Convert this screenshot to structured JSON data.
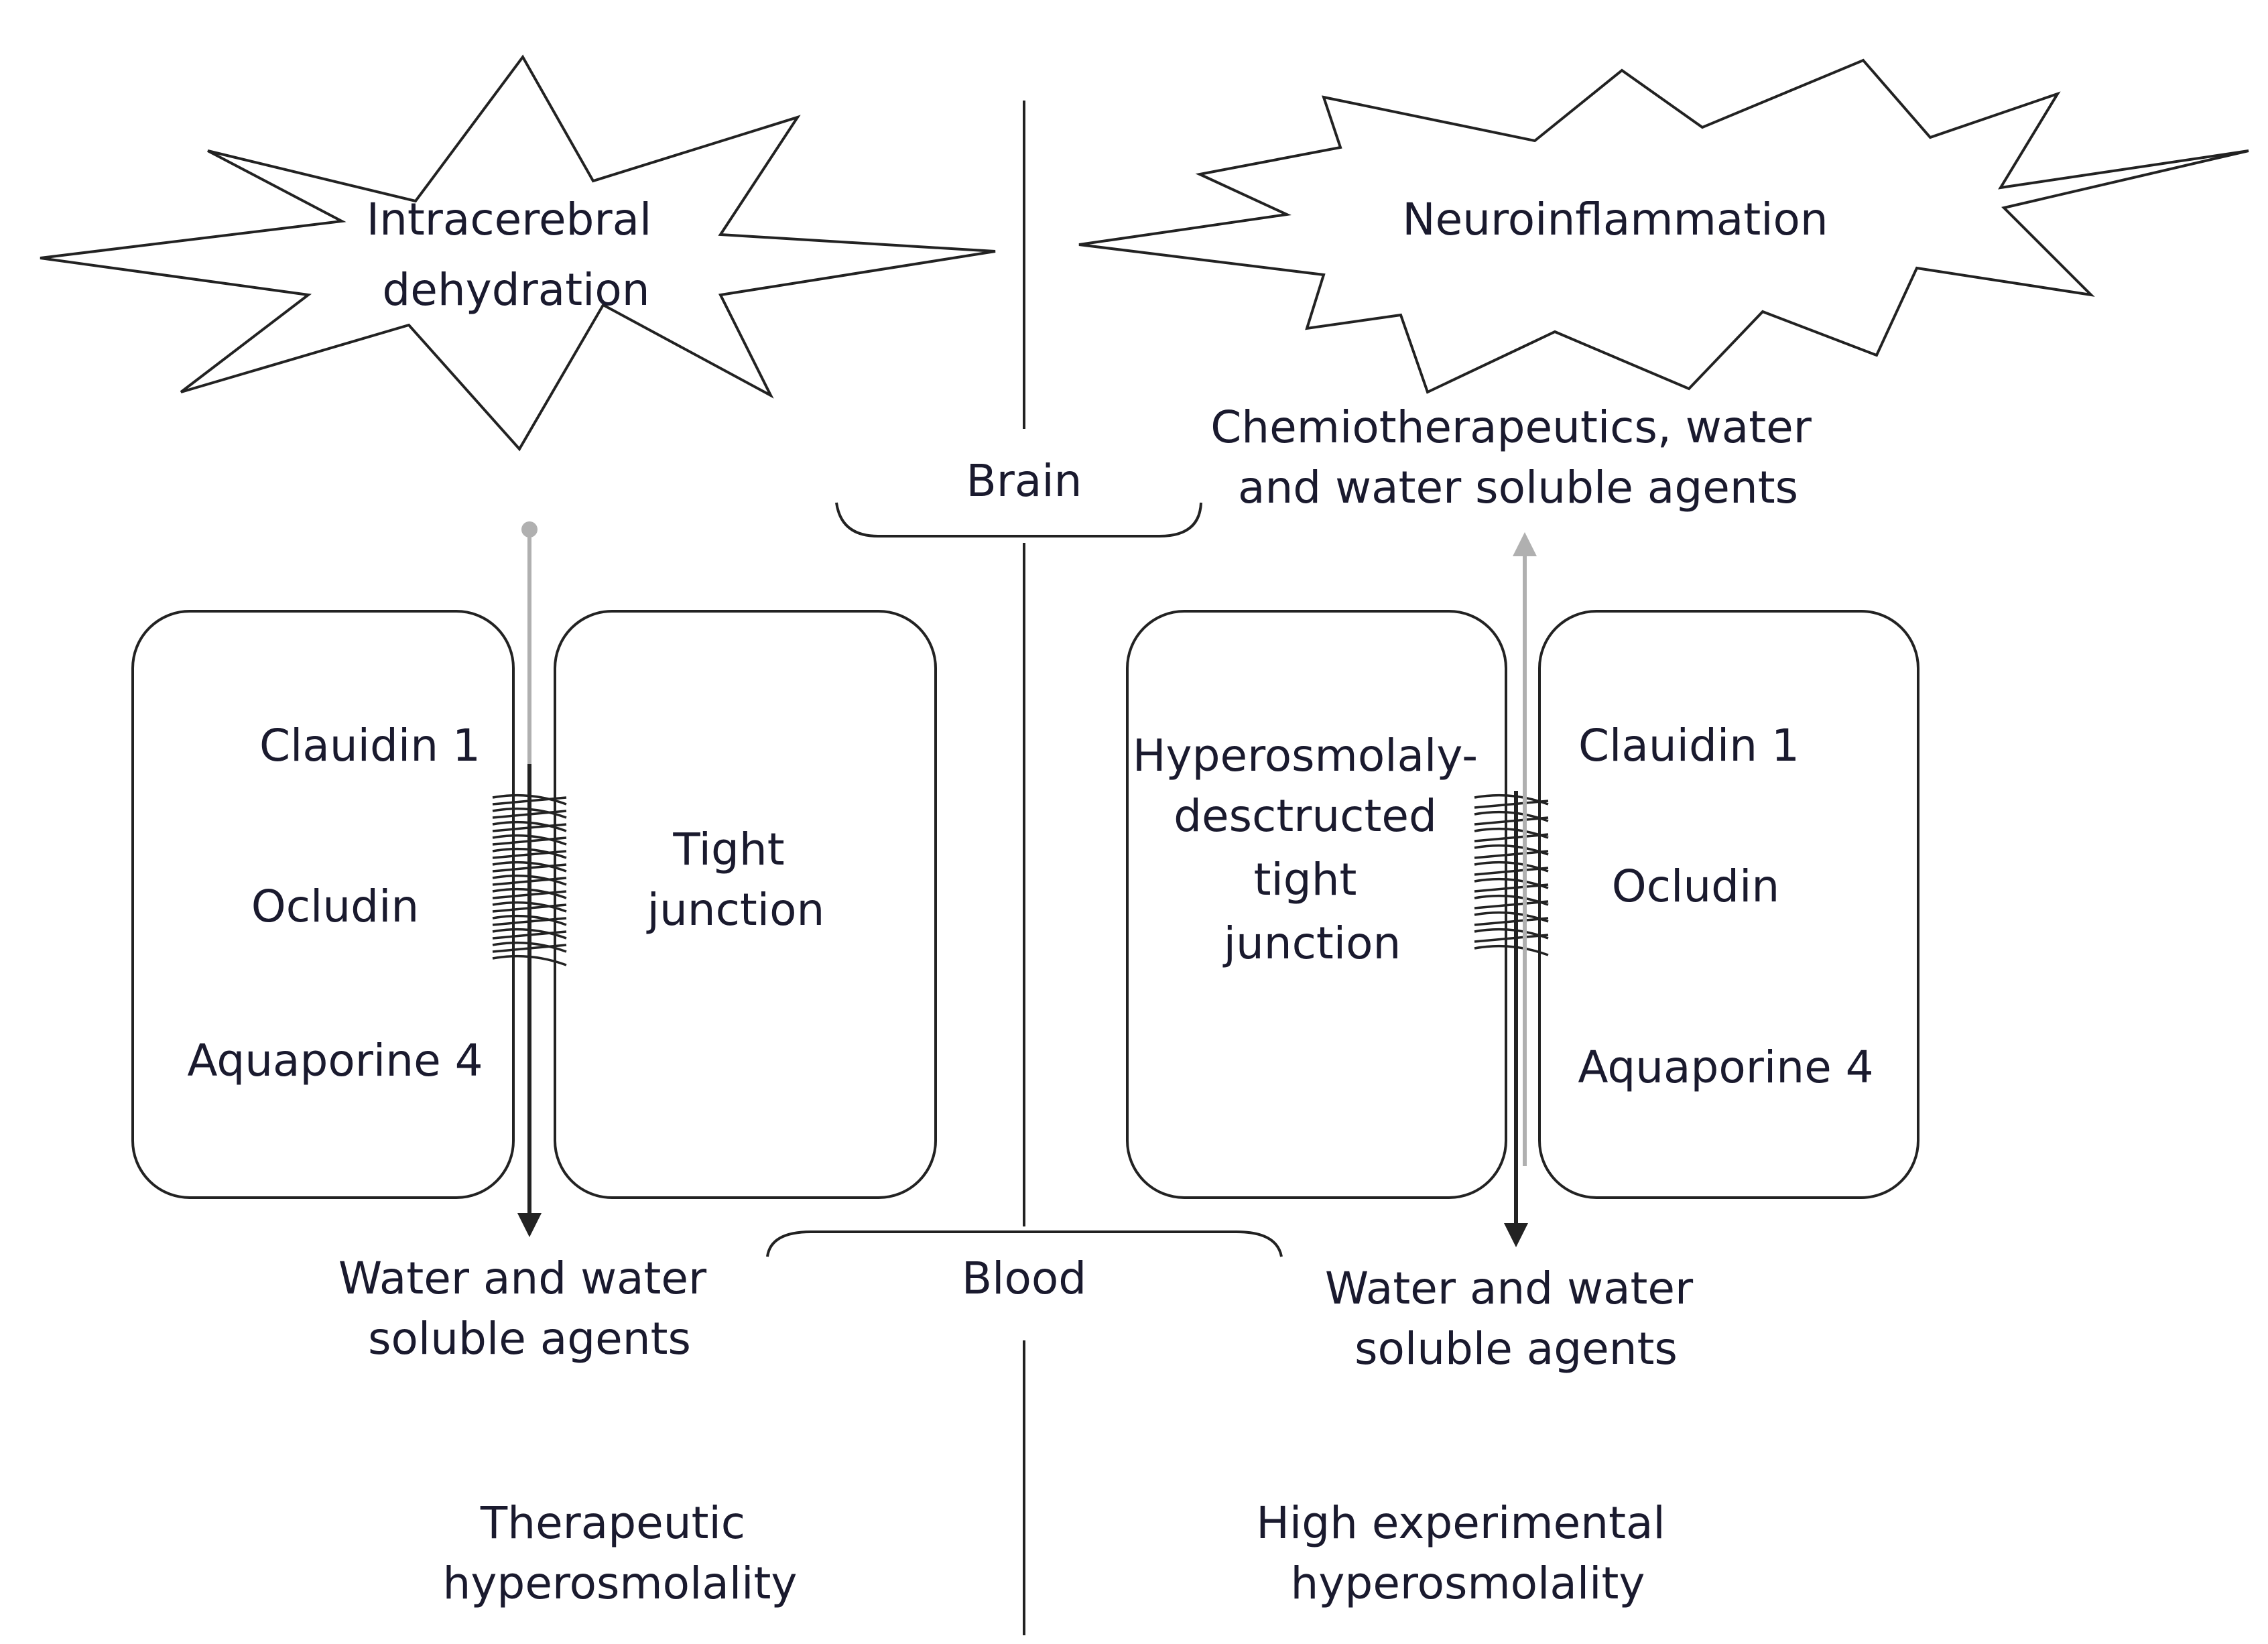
{
  "left_panel": {
    "burst_label": [
      "Intracerebral",
      "dehydration"
    ],
    "cell_left_labels": [
      "Clauidin 1",
      "Ocludin",
      "Aquaporine 4"
    ],
    "cell_right_label": [
      "Tight",
      "junction"
    ],
    "flux_label": [
      "Water and water",
      "soluble agents"
    ],
    "caption": [
      "Therapeutic",
      "hyperosmolality"
    ]
  },
  "center": {
    "brain_label": "Brain",
    "blood_label": "Blood"
  },
  "right_panel": {
    "burst_label": "Neuroinflammation",
    "influx_label": [
      "Chemiotherapeutics, water",
      "and water soluble agents"
    ],
    "cell_left_label": [
      "Hyperosmolaly-",
      "desctructed",
      "tight",
      "junction"
    ],
    "cell_right_labels": [
      "Clauidin 1",
      "Ocludin",
      "Aquaporine 4"
    ],
    "flux_label": [
      "Water and water",
      "soluble agents"
    ],
    "caption": [
      "High experimental",
      "hyperosmolality"
    ]
  },
  "colors": {
    "text": "#1a1a2e",
    "outline": "#222222",
    "influx_arrow": "#b0b0b0"
  }
}
